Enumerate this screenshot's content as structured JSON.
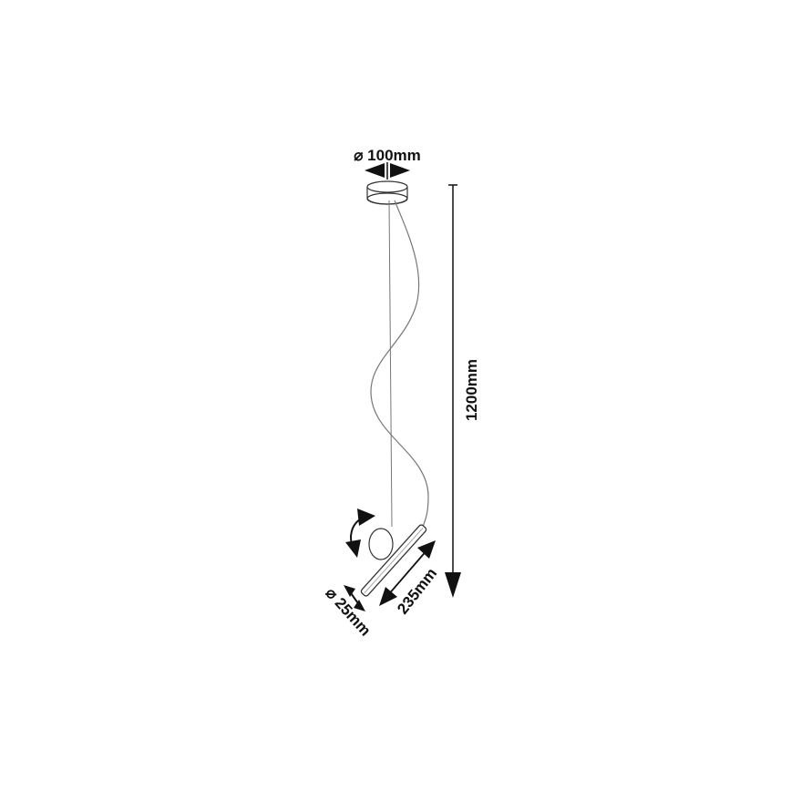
{
  "labels": {
    "canopy_diameter": "⌀ 100mm",
    "total_height": "1200mm",
    "bar_length": "235mm",
    "bar_diameter": "⌀ 25mm"
  },
  "colors": {
    "line": "#111111",
    "cable": "#666666"
  }
}
